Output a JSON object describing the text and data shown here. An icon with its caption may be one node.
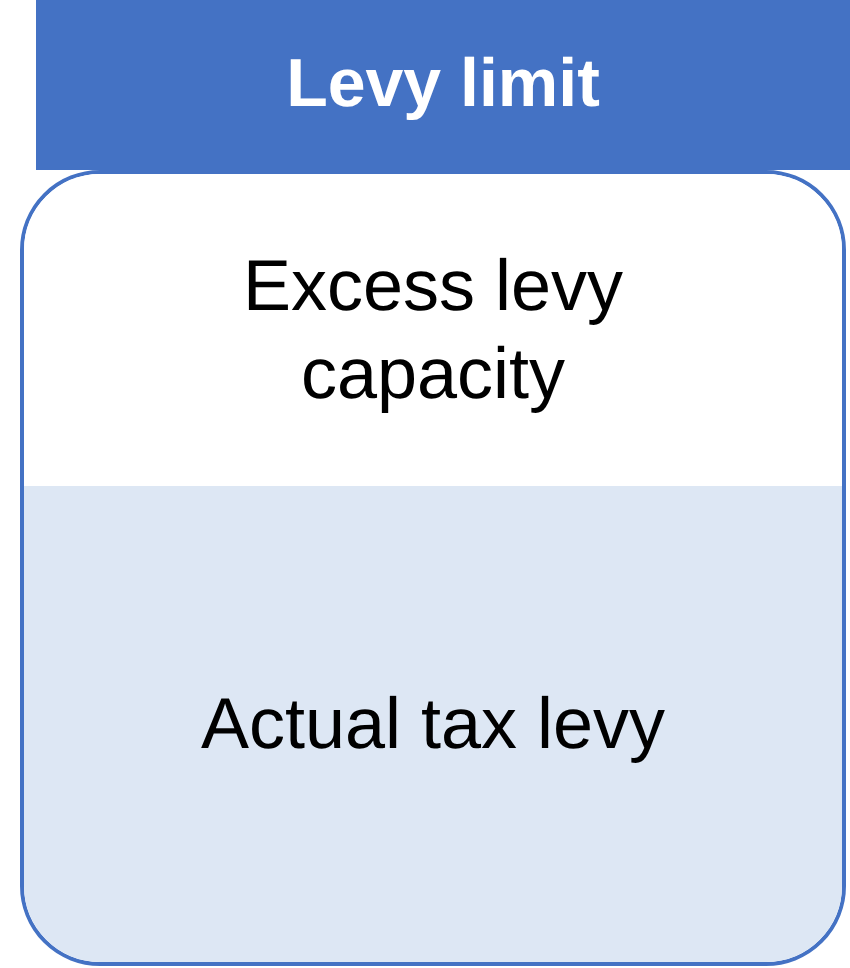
{
  "diagram": {
    "nodes": [
      {
        "text": [
          "Levy limit"
        ]
      },
      {
        "text": [
          "Excess levy capacity"
        ],
        "in": 0
      },
      {
        "text": [
          "Actual tax levy"
        ],
        "in": 0
      }
    ]
  }
}
